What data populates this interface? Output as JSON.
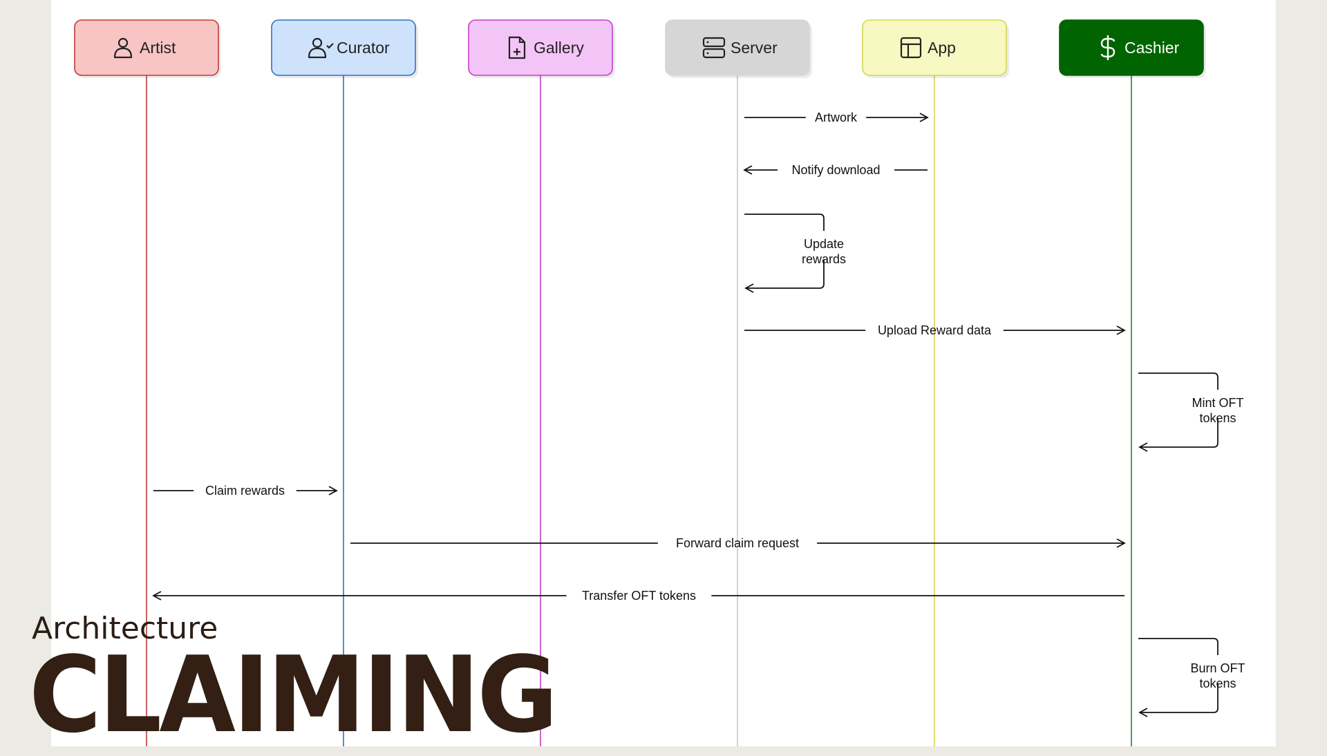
{
  "slide": {
    "subtitle": "Architecture",
    "title": "CLAIMING"
  },
  "participants": [
    {
      "id": "artist",
      "label": "Artist",
      "icon": "person-icon",
      "fill": "#f8c4c4",
      "stroke": "#c0393b",
      "line": "#c0393b",
      "text": "#222222"
    },
    {
      "id": "curator",
      "label": "Curator",
      "icon": "person-check-icon",
      "fill": "#cfe2fb",
      "stroke": "#2f6ec8",
      "line": "#2f6ec8",
      "text": "#222222"
    },
    {
      "id": "gallery",
      "label": "Gallery",
      "icon": "file-plus-icon",
      "fill": "#f3c4f6",
      "stroke": "#c23fc8",
      "line": "#c23fc8",
      "text": "#222222"
    },
    {
      "id": "server",
      "label": "Server",
      "icon": "server-icon",
      "fill": "#d6d6d6",
      "stroke": "#d6d6d6",
      "line": "#c8c8c8",
      "text": "#222222"
    },
    {
      "id": "app",
      "label": "App",
      "icon": "layout-icon",
      "fill": "#f8f8c2",
      "stroke": "#d6d64e",
      "line": "#d6d64e",
      "text": "#222222"
    },
    {
      "id": "cashier",
      "label": "Cashier",
      "icon": "dollar-icon",
      "fill": "#006400",
      "stroke": "#006400",
      "line": "#2e7d32",
      "text": "#ffffff"
    }
  ],
  "messages": [
    {
      "from": "server",
      "to": "app",
      "label": "Artwork"
    },
    {
      "from": "app",
      "to": "server",
      "label": "Notify download"
    },
    {
      "from": "server",
      "to": "server",
      "label": "Update rewards",
      "lines": [
        "Update",
        "rewards"
      ]
    },
    {
      "from": "server",
      "to": "cashier",
      "label": "Upload Reward data"
    },
    {
      "from": "cashier",
      "to": "cashier",
      "label": "Mint OFT tokens",
      "lines": [
        "Mint OFT",
        "tokens"
      ]
    },
    {
      "from": "artist",
      "to": "curator",
      "label": "Claim rewards"
    },
    {
      "from": "curator",
      "to": "cashier",
      "label": "Forward claim request"
    },
    {
      "from": "cashier",
      "to": "artist",
      "label": "Transfer OFT tokens"
    },
    {
      "from": "cashier",
      "to": "cashier",
      "label": "Burn OFT tokens",
      "lines": [
        "Burn OFT",
        "tokens"
      ]
    }
  ]
}
